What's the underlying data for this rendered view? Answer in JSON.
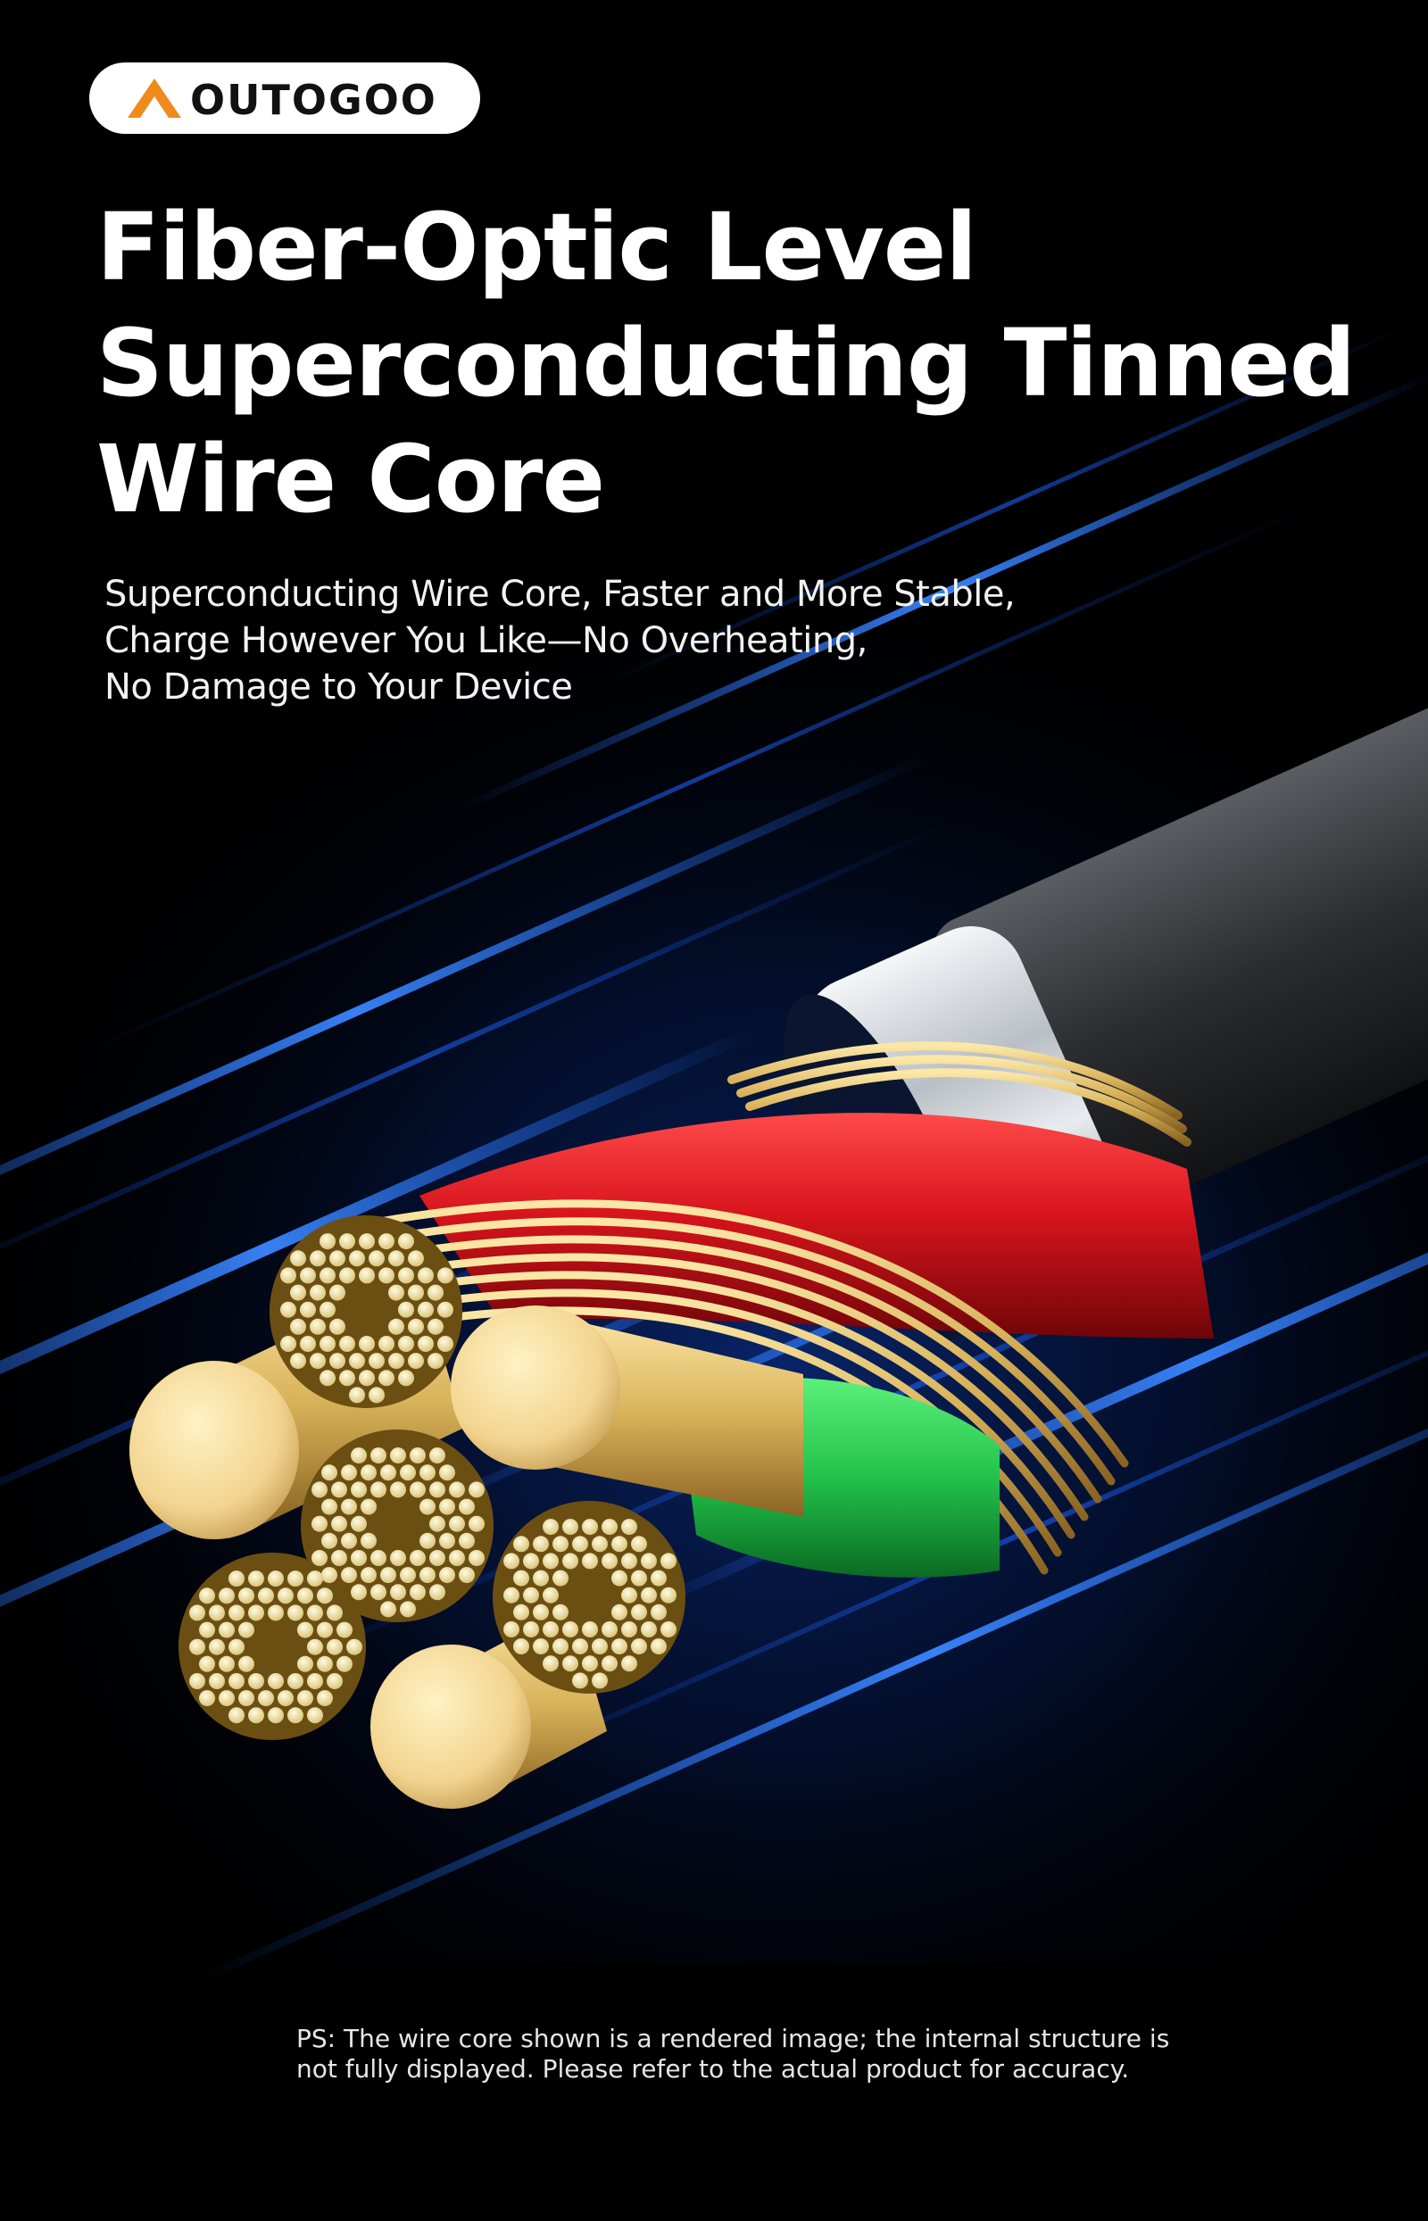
{
  "brand": {
    "logo_text": "OUTOGOO",
    "logo_icon": "orange-triangle-a-icon",
    "logo_accent_color": "#F08A1C",
    "logo_text_color": "#111111"
  },
  "headline": {
    "line1": "Fiber-Optic Level",
    "line2": "Superconducting Tinned",
    "line3": "Wire Core"
  },
  "subtext": {
    "line1": "Superconducting Wire Core, Faster and More Stable,",
    "line2": "Charge However You Like—No Overheating,",
    "line3": "No Damage to Your Device"
  },
  "disclaimer": {
    "line1": "PS: The wire core shown is a rendered image; the internal structure is",
    "line2": "not fully displayed. Please refer to the actual product for accuracy."
  },
  "colors": {
    "background": "#000000",
    "streak_blue": "#1E6BFF",
    "copper_gold": "#E8C87A",
    "red_insulation": "#D8141C",
    "green_insulation": "#22C24A",
    "silver_sheath": "#C8CDD2"
  }
}
